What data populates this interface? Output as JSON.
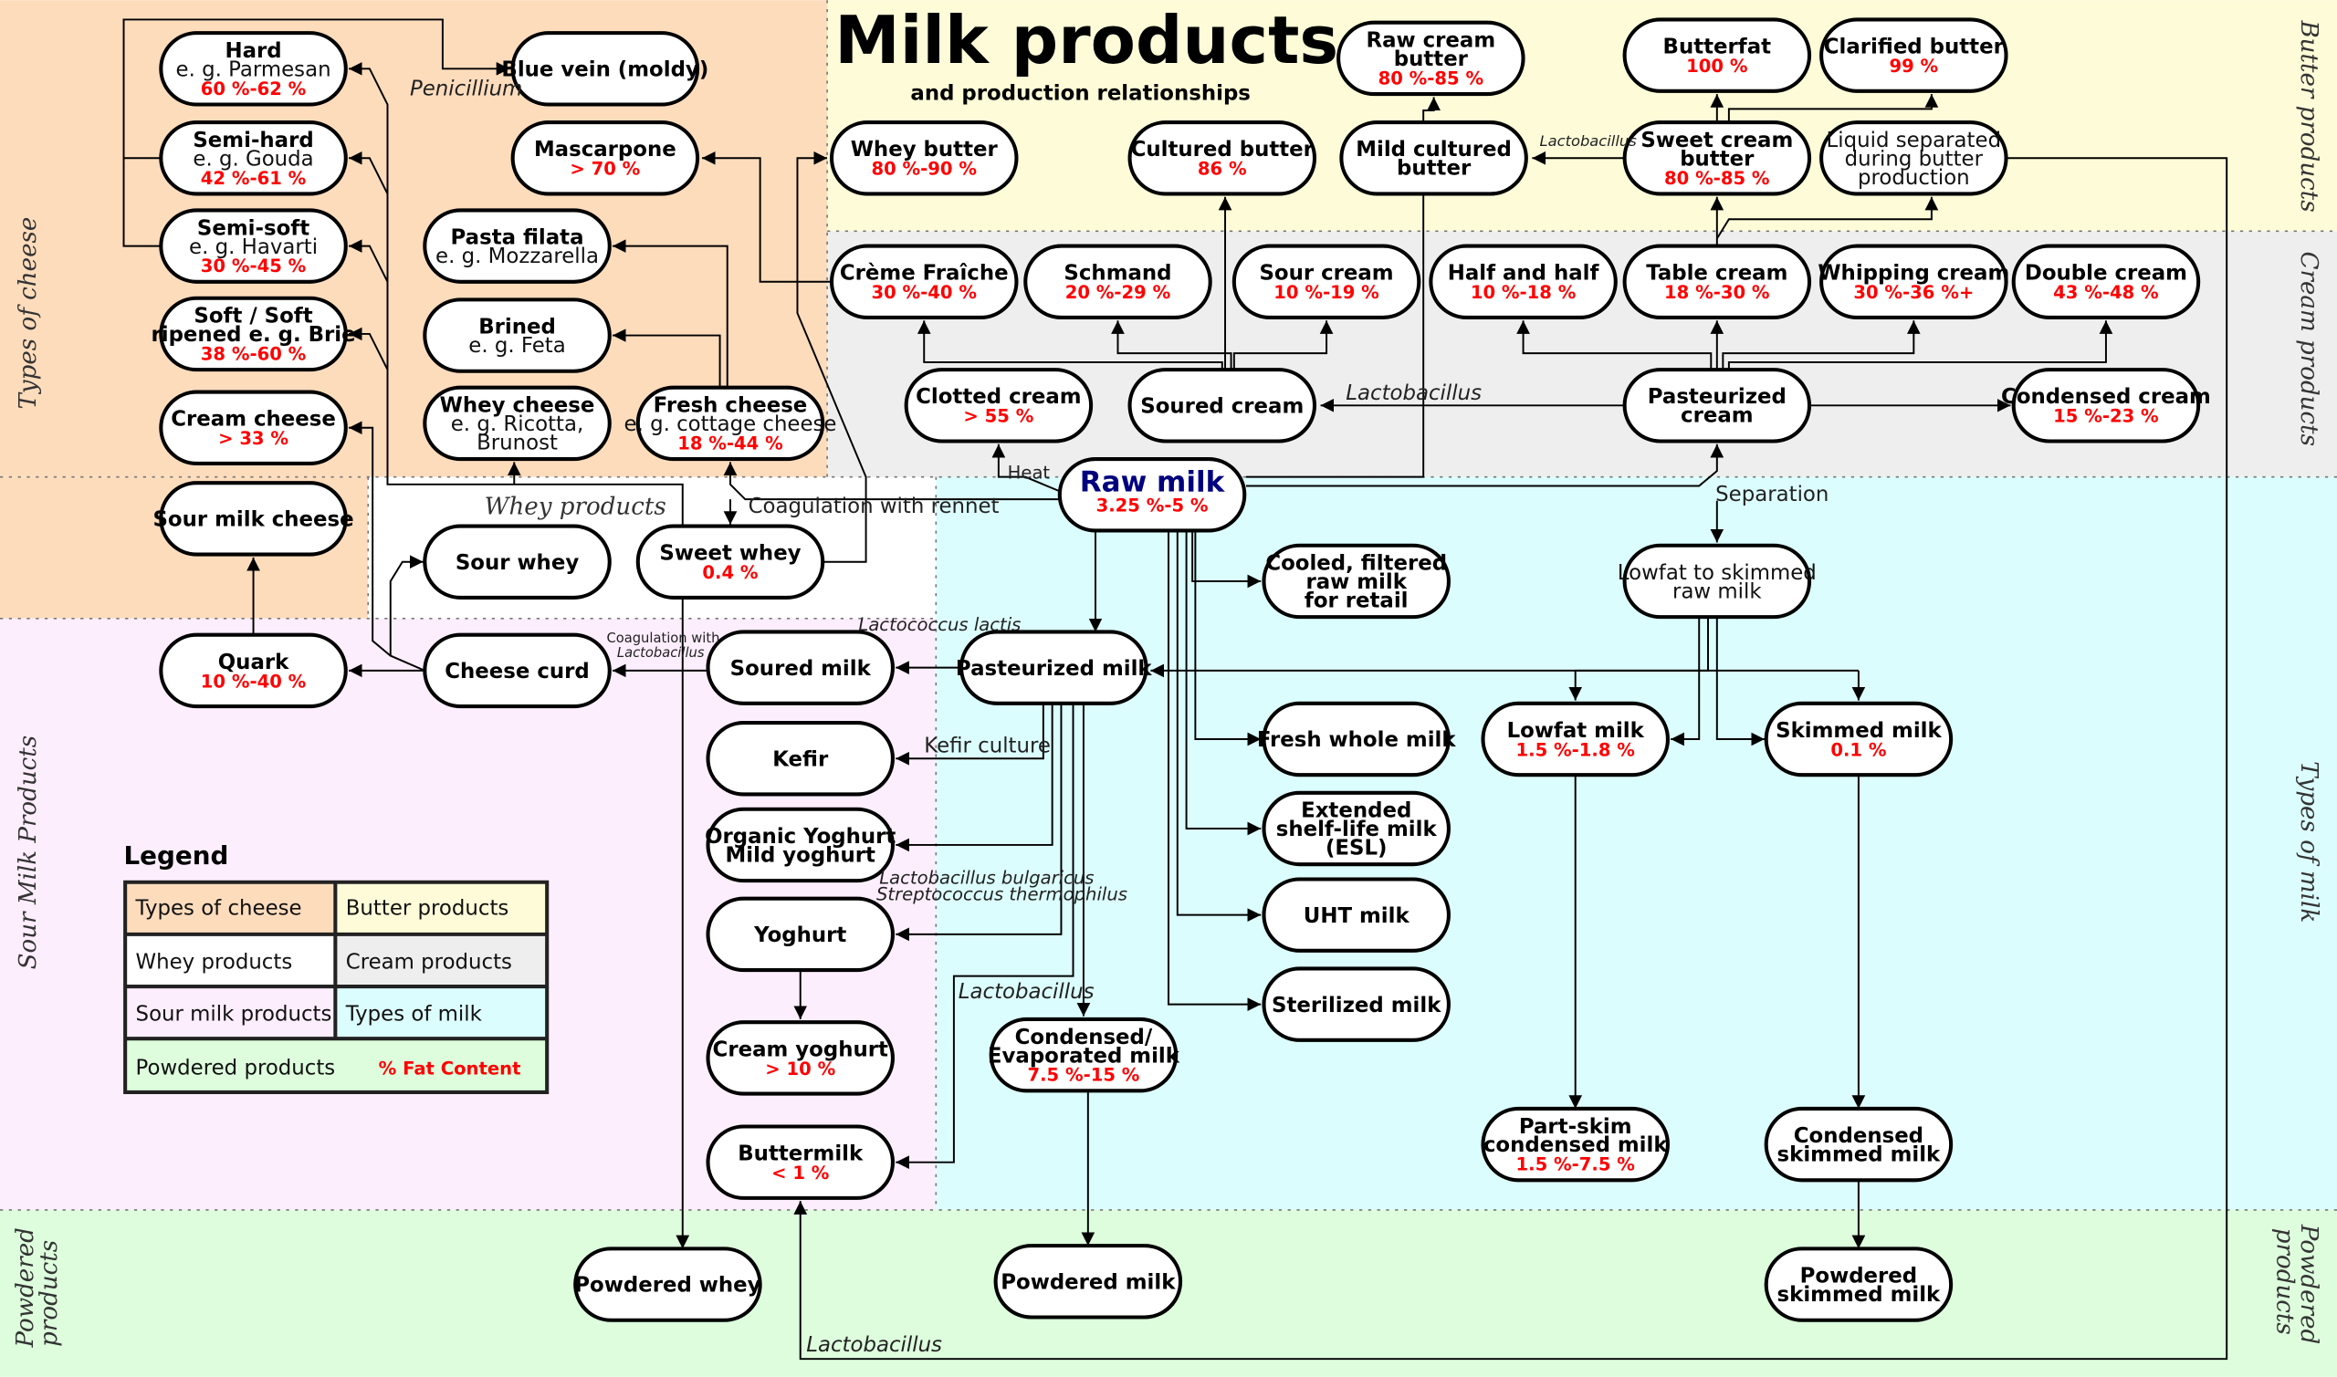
{
  "title": "Milk products",
  "subtitle": "and production relationships",
  "region_labels": {
    "cheese": "Types of cheese",
    "sour_milk": "Sour Milk Products",
    "powdered_left_1": "Powdered",
    "powdered_left_2": "products",
    "butter": "Butter products",
    "cream": "Cream products",
    "milk": "Types of milk",
    "powdered_right_1": "Powdered",
    "powdered_right_2": "products",
    "whey": "Whey products"
  },
  "colors": {
    "cheese": "#fddcbc",
    "butter": "#fefcd8",
    "cream": "#eeeeee",
    "milk": "#dcfdfd",
    "sour_milk": "#fdeefd",
    "powdered": "#ddfddd",
    "whey": "#ffffff",
    "fat": "#ff0000",
    "raw_milk": "#00007f"
  },
  "legend": {
    "title": "Legend",
    "cells": [
      "Types of cheese",
      "Butter products",
      "Whey products",
      "Cream products",
      "Sour milk products",
      "Types of milk",
      "Powdered products",
      "% Fat Content"
    ]
  },
  "nodes": {
    "hard": {
      "lines": [
        "Hard",
        "e. g. Parmesan"
      ],
      "fat": "60 %-62 %"
    },
    "semi_hard": {
      "lines": [
        "Semi-hard",
        "e. g. Gouda"
      ],
      "fat": "42 %-61 %"
    },
    "semi_soft": {
      "lines": [
        "Semi-soft",
        "e. g. Havarti"
      ],
      "fat": "30 %-45 %"
    },
    "soft": {
      "lines": [
        "Soft / Soft",
        "ripened e. g. Brie"
      ],
      "fat": "38 %-60 %"
    },
    "cream_cheese": {
      "lines": [
        "Cream cheese"
      ],
      "fat": "> 33 %"
    },
    "sour_milk_cheese": {
      "lines": [
        "Sour milk cheese"
      ]
    },
    "blue_vein": {
      "lines": [
        "Blue vein (moldy)"
      ]
    },
    "mascarpone": {
      "lines": [
        "Mascarpone"
      ],
      "fat": "> 70 %"
    },
    "pasta_filata": {
      "lines": [
        "Pasta filata",
        "e. g. Mozzarella"
      ]
    },
    "brined": {
      "lines": [
        "Brined",
        "e. g. Feta"
      ]
    },
    "whey_cheese": {
      "lines": [
        "Whey cheese",
        "e. g. Ricotta,",
        "Brunost"
      ]
    },
    "fresh_cheese": {
      "lines": [
        "Fresh cheese",
        "e. g. cottage cheese"
      ],
      "fat": "18 %-44 %"
    },
    "sour_whey": {
      "lines": [
        "Sour whey"
      ]
    },
    "sweet_whey": {
      "lines": [
        "Sweet whey"
      ],
      "fat": "0.4 %"
    },
    "quark": {
      "lines": [
        "Quark"
      ],
      "fat": "10 %-40 %"
    },
    "cheese_curd": {
      "lines": [
        "Cheese curd"
      ]
    },
    "soured_milk": {
      "lines": [
        "Soured milk"
      ]
    },
    "kefir": {
      "lines": [
        "Kefir"
      ]
    },
    "organic_yoghurt": {
      "lines": [
        "Organic Yoghurt",
        "Mild yoghurt"
      ]
    },
    "yoghurt": {
      "lines": [
        "Yoghurt"
      ]
    },
    "cream_yoghurt": {
      "lines": [
        "Cream yoghurt"
      ],
      "fat": "> 10 %"
    },
    "buttermilk": {
      "lines": [
        "Buttermilk"
      ],
      "fat": "< 1 %"
    },
    "pasteurized_milk": {
      "lines": [
        "Pasteurized milk"
      ]
    },
    "condensed_milk": {
      "lines": [
        "Condensed/",
        "Evaporated milk"
      ],
      "fat": "7.5 %-15 %"
    },
    "powdered_whey": {
      "lines": [
        "Powdered whey"
      ]
    },
    "powdered_milk": {
      "lines": [
        "Powdered milk"
      ]
    },
    "raw_milk": {
      "lines": [
        "Raw milk"
      ],
      "fat": "3.25 %-5 %"
    },
    "cooled": {
      "lines": [
        "Cooled, filtered",
        "raw milk",
        "for retail"
      ]
    },
    "fresh_whole": {
      "lines": [
        "Fresh whole milk"
      ]
    },
    "esl": {
      "lines": [
        "Extended",
        "shelf-life milk",
        "(ESL)"
      ]
    },
    "uht": {
      "lines": [
        "UHT milk"
      ]
    },
    "sterilized": {
      "lines": [
        "Sterilized milk"
      ]
    },
    "lowfat_raw": {
      "lines": [
        "Lowfat to skimmed",
        "raw milk"
      ]
    },
    "lowfat_milk": {
      "lines": [
        "Lowfat milk"
      ],
      "fat": "1.5 %-1.8 %"
    },
    "skimmed_milk": {
      "lines": [
        "Skimmed milk"
      ],
      "fat": "0.1 %"
    },
    "part_skim": {
      "lines": [
        "Part-skim",
        "condensed milk"
      ],
      "fat": "1.5 %-7.5 %"
    },
    "condensed_skimmed": {
      "lines": [
        "Condensed",
        "skimmed milk"
      ]
    },
    "powdered_skimmed": {
      "lines": [
        "Powdered",
        "skimmed milk"
      ]
    },
    "creme_fraiche": {
      "lines": [
        "Crème Fraîche"
      ],
      "fat": "30 %-40 %"
    },
    "schmand": {
      "lines": [
        "Schmand"
      ],
      "fat": "20 %-29 %"
    },
    "sour_cream": {
      "lines": [
        "Sour cream"
      ],
      "fat": "10 %-19 %"
    },
    "half_half": {
      "lines": [
        "Half and half"
      ],
      "fat": "10 %-18 %"
    },
    "table_cream": {
      "lines": [
        "Table cream"
      ],
      "fat": "18 %-30 %"
    },
    "whipping_cream": {
      "lines": [
        "Whipping cream"
      ],
      "fat": "30 %-36 %+"
    },
    "double_cream": {
      "lines": [
        "Double cream"
      ],
      "fat": "43 %-48 %"
    },
    "clotted_cream": {
      "lines": [
        "Clotted cream"
      ],
      "fat": "> 55 %"
    },
    "soured_cream": {
      "lines": [
        "Soured cream"
      ]
    },
    "pasteurized_cream": {
      "lines": [
        "Pasteurized",
        "cream"
      ]
    },
    "condensed_cream": {
      "lines": [
        "Condensed cream"
      ],
      "fat": "15 %-23 %"
    },
    "whey_butter": {
      "lines": [
        "Whey butter"
      ],
      "fat": "80 %-90 %"
    },
    "cultured_butter": {
      "lines": [
        "Cultured butter"
      ],
      "fat": "86 %"
    },
    "raw_cream_butter": {
      "lines": [
        "Raw cream",
        "butter"
      ],
      "fat": "80 %-85 %"
    },
    "mild_cultured_butter": {
      "lines": [
        "Mild cultured",
        "butter"
      ]
    },
    "butterfat": {
      "lines": [
        "Butterfat"
      ],
      "fat": "100 %"
    },
    "clarified_butter": {
      "lines": [
        "Clarified butter"
      ],
      "fat": "99 %"
    },
    "sweet_cream_butter": {
      "lines": [
        "Sweet cream",
        "butter"
      ],
      "fat": "80 %-85 %"
    },
    "liquid_separated": {
      "lines": [
        "Liquid separated",
        "during butter",
        "production"
      ]
    }
  },
  "edge_labels": {
    "penicillium": "Penicillium",
    "coagulation_rennet": "Coagulation with rennet",
    "heat": "Heat",
    "lactobacillus_cream": "Lactobacillus",
    "lactobacillus_butter": "Lactobacillus",
    "separation": "Separation",
    "lactococcus": "Lactococcus lactis",
    "coag_lacto_1": "Coagulation with",
    "coag_lacto_2": "Lactobacillus",
    "kefir_culture": "Kefir culture",
    "bulgaricus": "Lactobacillus bulgaricus",
    "thermophilus": "Streptococcus thermophilus",
    "lactobacillus_milk": "Lactobacillus",
    "lactobacillus_bottom": "Lactobacillus"
  }
}
